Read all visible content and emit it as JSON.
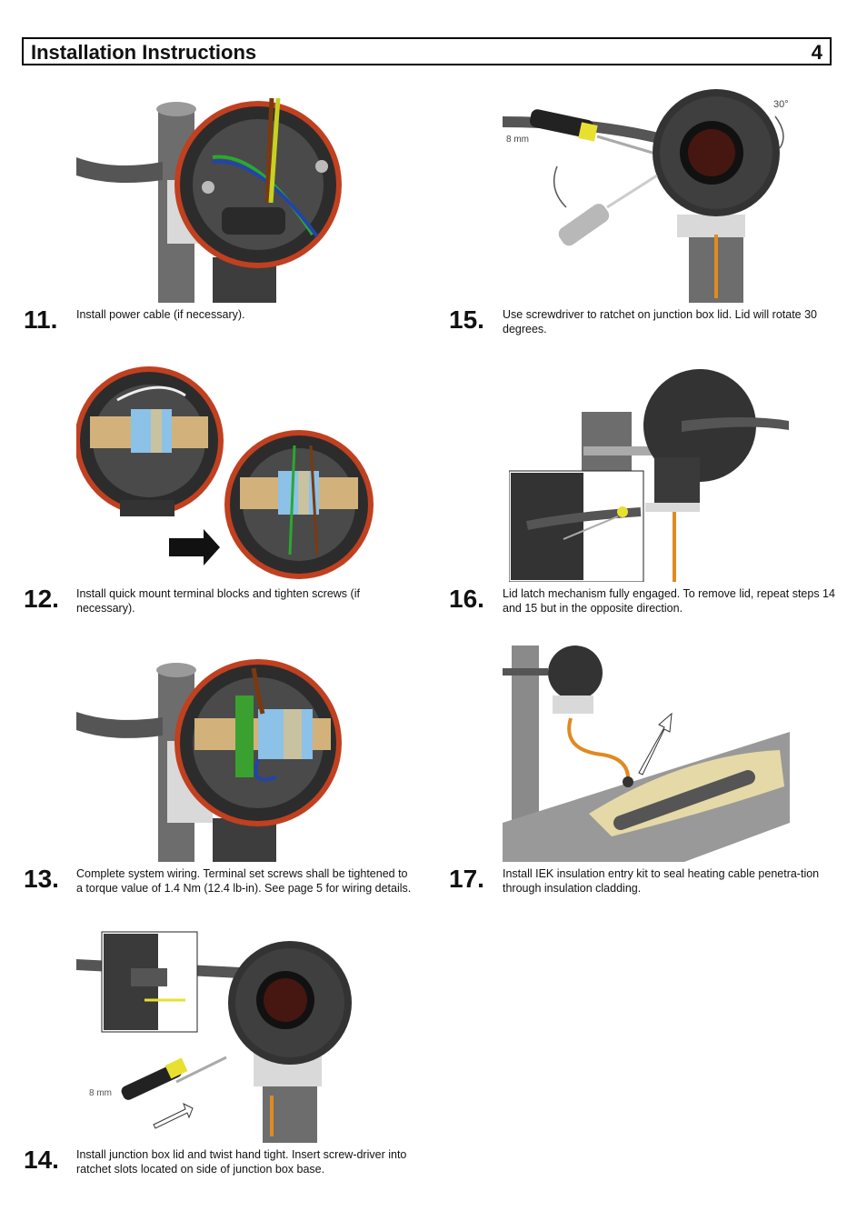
{
  "header": {
    "title": "Installation Instructions",
    "page": "4"
  },
  "steps": [
    {
      "num": "11.",
      "text": "Install power cable (if necessary)."
    },
    {
      "num": "12.",
      "text": "Install quick mount terminal blocks and tighten screws (if necessary)."
    },
    {
      "num": "13.",
      "text": "Complete system wiring.  Terminal set screws shall be tightened to a torque value of 1.4 Nm (12.4 lb-in).  See page 5 for wiring details."
    },
    {
      "num": "14.",
      "text": "Install junction box lid and twist hand tight.  Insert screw-driver into ratchet slots located on side of junction box base."
    },
    {
      "num": "15.",
      "text": "Use screwdriver to ratchet on junction box lid.  Lid will rotate 30 degrees."
    },
    {
      "num": "16.",
      "text": "Lid latch mechanism fully engaged.  To remove lid, repeat steps 14 and 15 but in the opposite direction."
    },
    {
      "num": "17.",
      "text": "Install IEK insulation entry kit to seal heating cable penetra-tion through insulation cladding."
    }
  ],
  "figure_labels": {
    "fig14_size": "8 mm",
    "fig15_size": "8 mm",
    "fig15_angle": "30°"
  }
}
